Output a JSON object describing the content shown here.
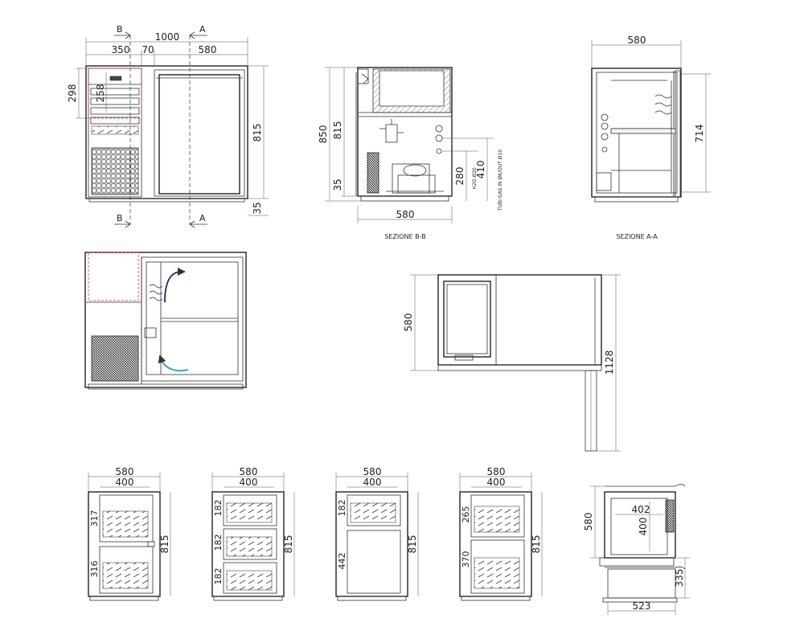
{
  "dimensions": {
    "front_total_width": "1000",
    "front_left_width": "350",
    "front_gap": "70",
    "front_door_width": "580",
    "front_panel_height": "298",
    "front_drawer_height": "258",
    "front_height": "815",
    "front_plinth": "35",
    "bb_total_height": "850",
    "bb_body_height": "815",
    "bb_plinth": "35",
    "bb_pipe_h1": "280",
    "bb_pipe_h2": "410",
    "bb_width": "580",
    "aa_width": "580",
    "aa_height": "714",
    "plan_depth": "580",
    "plan_width": "1128",
    "v1_w": "580",
    "v1_inner": "400",
    "v1_d1": "317",
    "v1_d2": "316",
    "v1_h": "815",
    "v2_w": "580",
    "v2_inner": "400",
    "v2_d1": "182",
    "v2_d2": "182",
    "v2_d3": "182",
    "v2_h": "815",
    "v3_w": "580",
    "v3_inner": "400",
    "v3_d1": "182",
    "v3_d2": "442",
    "v3_h": "815",
    "v4_w": "580",
    "v4_inner": "400",
    "v4_d1": "265",
    "v4_d2": "370",
    "v4_h": "815",
    "drawer_depth": "580",
    "drawer_inner_w": "402",
    "drawer_inner_d": "400",
    "drawer_height": "335",
    "drawer_width": "523"
  },
  "labels": {
    "section_b": "B",
    "section_a": "A",
    "section_bb_caption": "SEZIONE B-B",
    "section_aa_caption": "SEZIONE A-A",
    "h2o_label": "H2O Ø20",
    "gas_label": "TUBI GAS IN Ø6/OUT Ø10"
  }
}
